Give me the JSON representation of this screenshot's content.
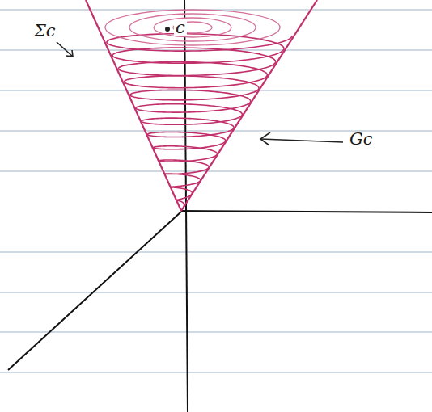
{
  "diagram": {
    "labels": [
      "c",
      "Σc",
      "Gc"
    ]
  }
}
